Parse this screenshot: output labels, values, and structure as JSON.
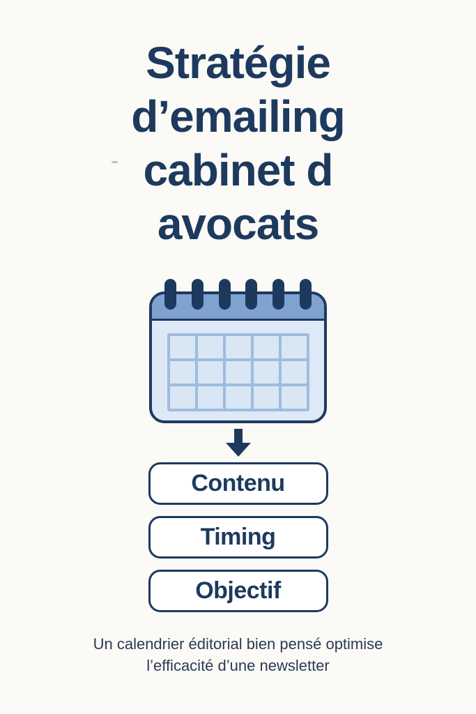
{
  "page": {
    "background_color": "#fbfaf6"
  },
  "title": {
    "lines": [
      "Stratégie",
      "d’emailing",
      "cabinet d",
      "avocats"
    ],
    "color": "#1d3a5e"
  },
  "icons": {
    "calendar": "calendar-icon",
    "arrow": "arrow-down-icon"
  },
  "calendar": {
    "ring_count": 6,
    "grid": {
      "rows": 3,
      "cols": 5
    },
    "colors": {
      "outline": "#1d3a5e",
      "header_band": "#7fa2cf",
      "body": "#dde9f6",
      "cell": "#d9e6f4",
      "grid_line": "#9fbcdf"
    }
  },
  "arrow": {
    "color": "#1d3a5e"
  },
  "labels": [
    {
      "text": "Contenu"
    },
    {
      "text": "Timing"
    },
    {
      "text": "Objectif"
    }
  ],
  "caption": {
    "lines": [
      "Un calendrier éditorial bien pensé optimise",
      "l’efficacité d’une newsletter"
    ],
    "color": "#2c3a55"
  }
}
